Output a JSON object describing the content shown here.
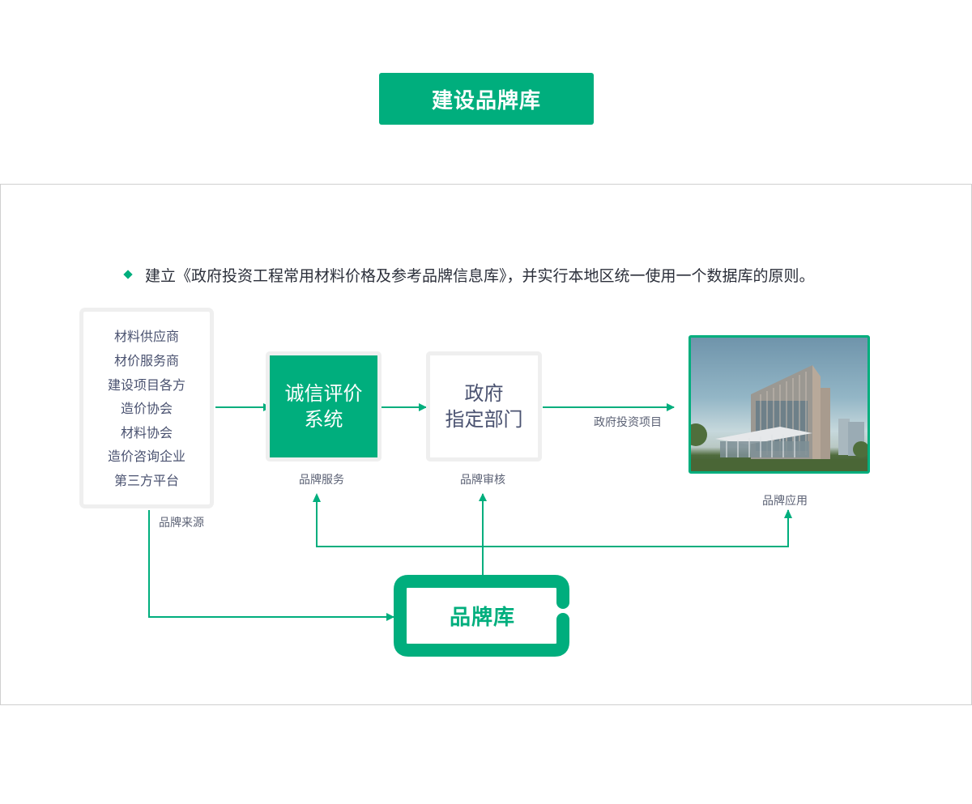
{
  "header": {
    "title": "建设品牌库"
  },
  "panel": {
    "headline": "建立《政府投资工程常用材料价格及参考品牌信息库》，并实行本地区统一使用一个数据库的原则。",
    "bullet_icon": "diamond-bullet-icon"
  },
  "diagram": {
    "accent_color": "#00ae7d",
    "source": {
      "items": [
        "材料供应商",
        "材价服务商",
        "建设项目各方",
        "造价协会",
        "材料协会",
        "造价咨询企业",
        "第三方平台"
      ],
      "caption": "品牌来源"
    },
    "credit_system": {
      "line1": "诚信评价",
      "line2": "系统",
      "caption": "品牌服务"
    },
    "government": {
      "line1": "政府",
      "line2": "指定部门",
      "caption": "品牌审核"
    },
    "project": {
      "edge_label": "政府投资项目",
      "image_alt": "government-investment-building-photo",
      "caption": "品牌应用"
    },
    "library": {
      "label": "品牌库"
    }
  }
}
